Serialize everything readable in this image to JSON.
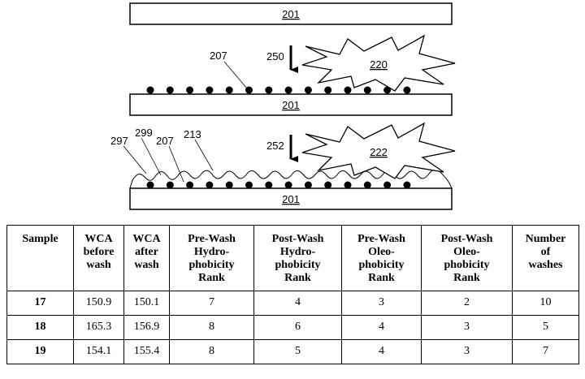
{
  "figure": {
    "substrate_label": "201",
    "coating_arrow_1_label": "250",
    "coating_arrow_2_label": "252",
    "treatment_1_label": "220",
    "treatment_2_label": "222",
    "particle_label": "207",
    "layer_labels": [
      "297",
      "299",
      "207",
      "213"
    ]
  },
  "table": {
    "headers": [
      [
        "Sample"
      ],
      [
        "WCA",
        "before",
        "wash"
      ],
      [
        "WCA",
        "after",
        "wash"
      ],
      [
        "Pre-Wash",
        "Hydro-",
        "phobicity",
        "Rank"
      ],
      [
        "Post-Wash",
        "Hydro-",
        "phobicity",
        "Rank"
      ],
      [
        "Pre-Wash",
        "Oleo-",
        "phobicity",
        "Rank"
      ],
      [
        "Post-Wash",
        "Oleo-",
        "phobicity",
        "Rank"
      ],
      [
        "Number",
        "of",
        "washes"
      ]
    ],
    "rows": [
      [
        "17",
        "150.9",
        "150.1",
        "7",
        "4",
        "3",
        "2",
        "10"
      ],
      [
        "18",
        "165.3",
        "156.9",
        "8",
        "6",
        "4",
        "3",
        "5"
      ],
      [
        "19",
        "154.1",
        "155.4",
        "8",
        "5",
        "4",
        "3",
        "7"
      ]
    ]
  }
}
